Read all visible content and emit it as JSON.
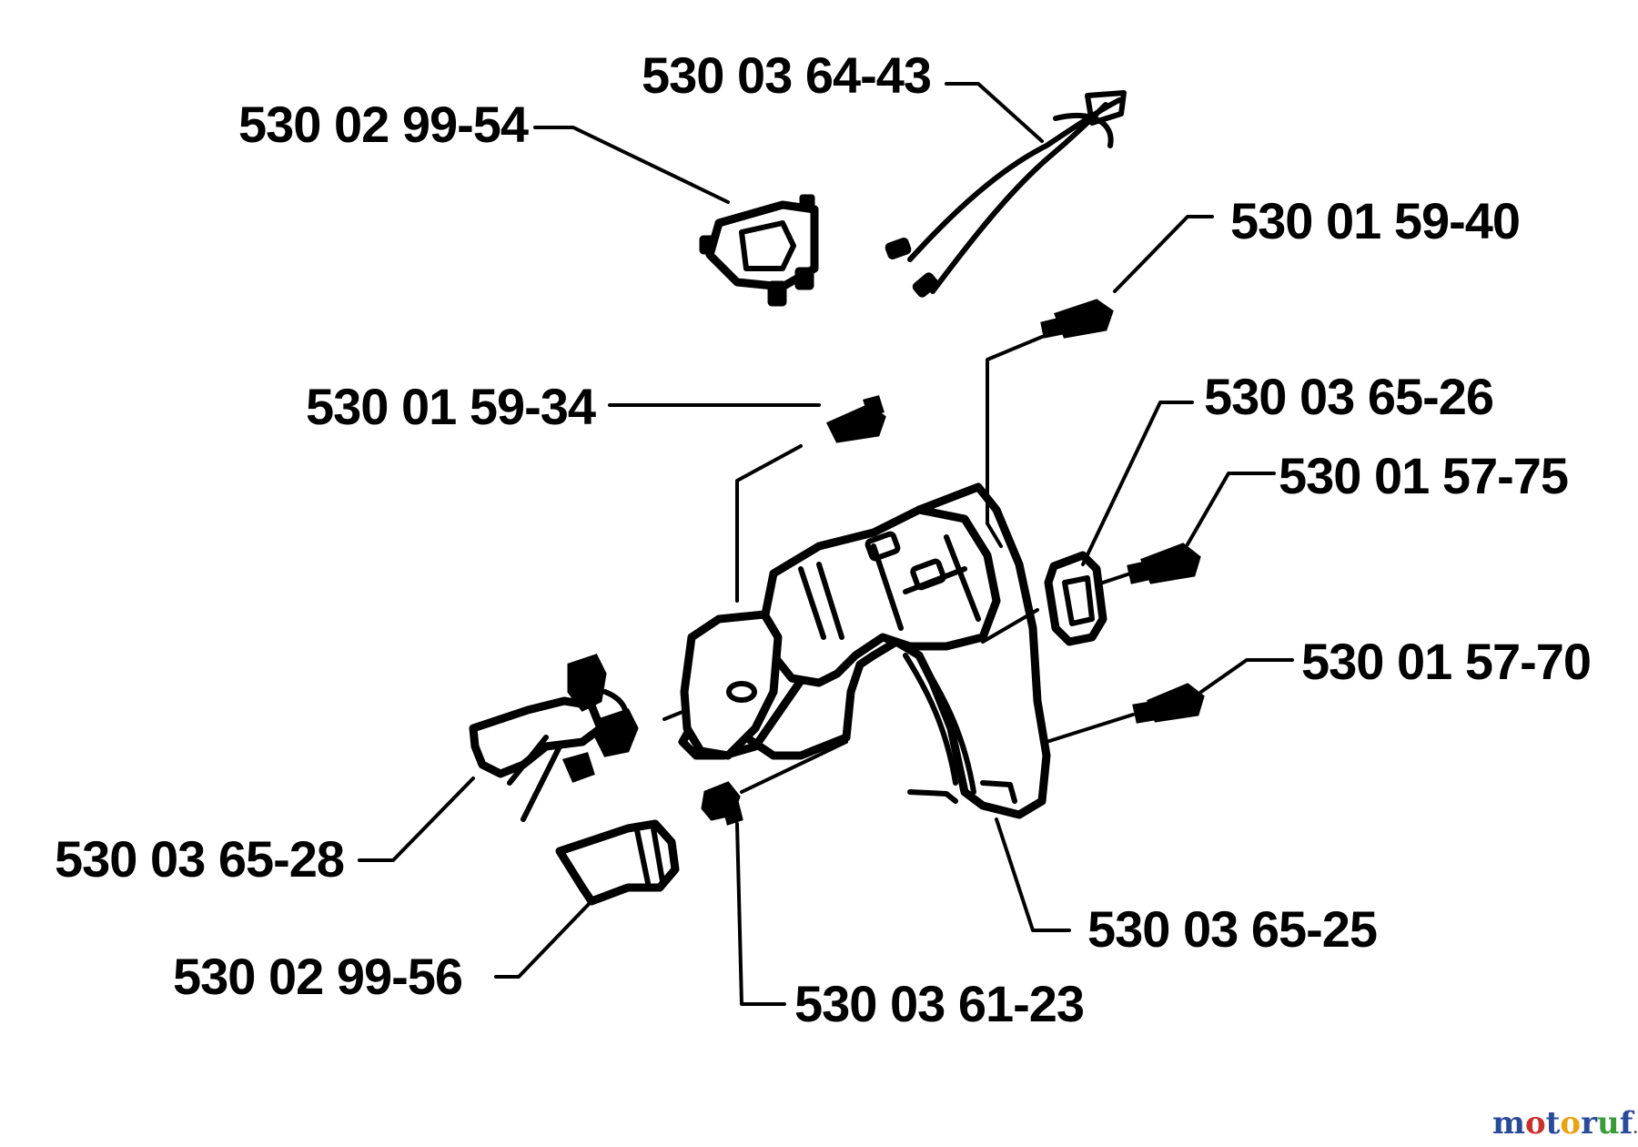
{
  "parts": [
    {
      "id": "p1",
      "label": "530 03 64-43"
    },
    {
      "id": "p2",
      "label": "530 02 99-54"
    },
    {
      "id": "p3",
      "label": "530 01 59-40"
    },
    {
      "id": "p4",
      "label": "530 01 59-34"
    },
    {
      "id": "p5",
      "label": "530 03 65-26"
    },
    {
      "id": "p6",
      "label": "530 01 57-75"
    },
    {
      "id": "p7",
      "label": "530 01 57-70"
    },
    {
      "id": "p8",
      "label": "530 03 65-28"
    },
    {
      "id": "p9",
      "label": "530 03 65-25"
    },
    {
      "id": "p10",
      "label": "530 02 99-56"
    },
    {
      "id": "p11",
      "label": "530 03 61-23"
    }
  ],
  "watermark": {
    "letters": [
      "m",
      "o",
      "t",
      "o",
      "r",
      "u",
      "f"
    ],
    "suffix": ".de",
    "colors": [
      "#2a4a9a",
      "#c9302c",
      "#2a4a9a",
      "#e8a317",
      "#2a4a9a",
      "#3a9a3a",
      "#2a4a9a"
    ]
  }
}
